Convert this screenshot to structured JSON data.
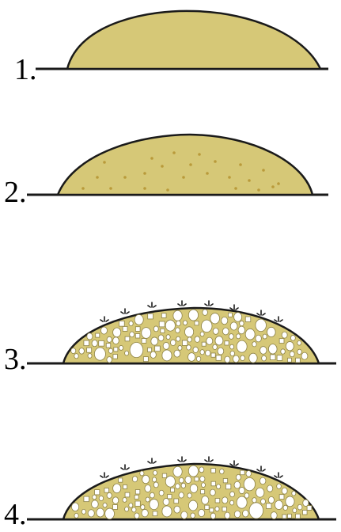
{
  "colors": {
    "dough": "#d6c877",
    "outline": "#1a1a1a",
    "ground": "#1a1a1a",
    "speck": "#b99a3a",
    "bubble_fill": "#ffffff",
    "bubble_stroke": "#8d8246"
  },
  "steps": [
    {
      "label": "1.",
      "state": "plain"
    },
    {
      "label": "2.",
      "state": "specks"
    },
    {
      "label": "3.",
      "state": "bubbles"
    },
    {
      "label": "4.",
      "state": "bubbles"
    }
  ]
}
